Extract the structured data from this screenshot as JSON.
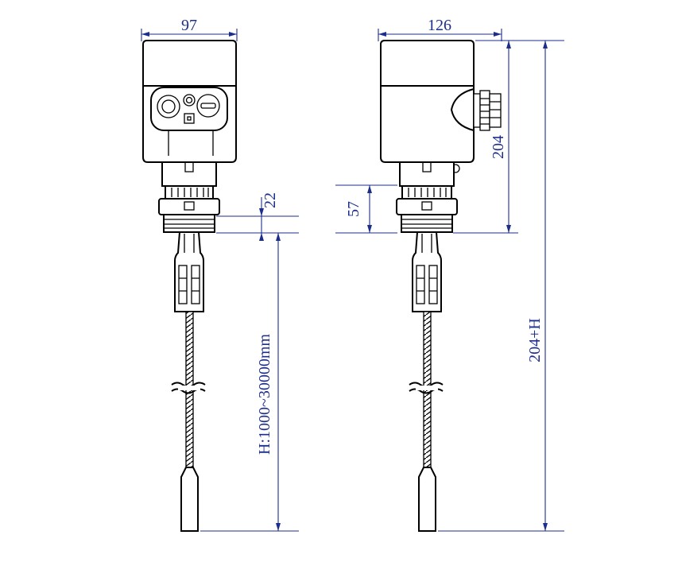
{
  "dimensions": {
    "front_width": "97",
    "side_width": "126",
    "thread_height": "22",
    "neck_height": "57",
    "housing_height": "204",
    "total_height": "204+H",
    "probe_length": "H:1000~30000mm"
  },
  "colors": {
    "dimension": "#1c2e8c",
    "outline": "#000000"
  }
}
